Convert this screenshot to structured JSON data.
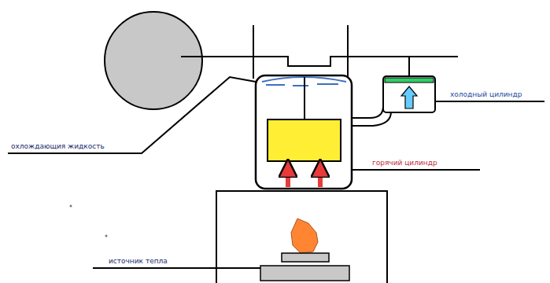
{
  "diagram": {
    "labels": [
      "охлождающия жидкость",
      "горячий цилиндр",
      "холодный цилиндр",
      "источник тепла"
    ]
  }
}
